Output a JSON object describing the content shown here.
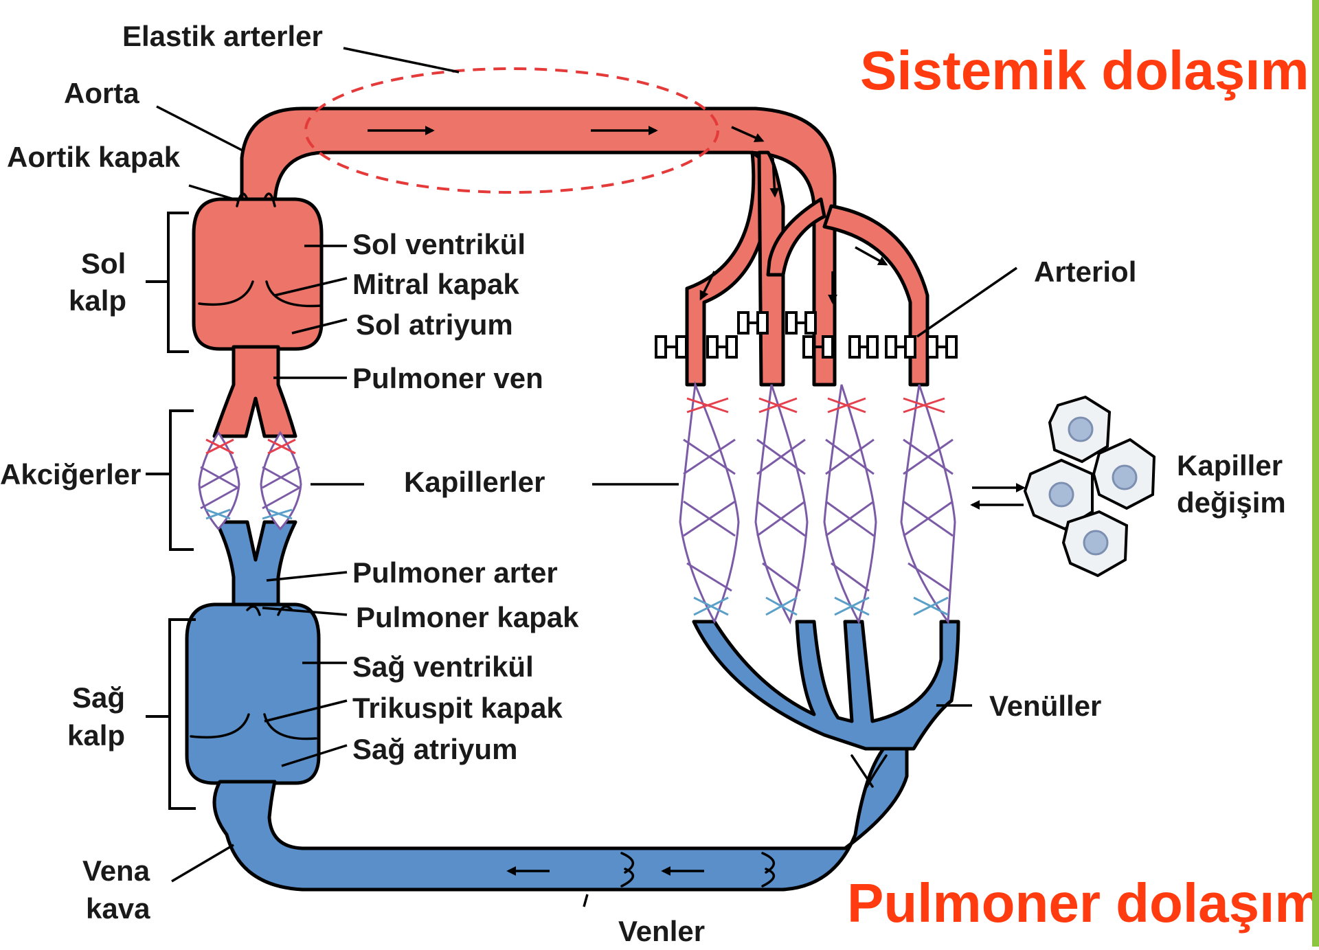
{
  "titles": {
    "systemic": "Sistemik dolaşım",
    "pulmonary": "Pulmoner dolaşım"
  },
  "labels": {
    "elastic_arteries": "Elastik arterler",
    "aorta": "Aorta",
    "aortic_valve": "Aortik kapak",
    "left_heart_1": "Sol",
    "left_heart_2": "kalp",
    "left_ventricle": "Sol ventrikül",
    "mitral_valve": "Mitral kapak",
    "left_atrium": "Sol atriyum",
    "pulmonary_vein": "Pulmoner ven",
    "lungs": "Akciğerler",
    "capillaries": "Kapillerler",
    "pulmonary_artery": "Pulmoner arter",
    "pulmonary_valve": "Pulmoner kapak",
    "right_heart_1": "Sağ",
    "right_heart_2": "kalp",
    "right_ventricle": "Sağ ventrikül",
    "tricuspid_valve": "Trikuspit kapak",
    "right_atrium": "Sağ atriyum",
    "vena_cava_1": "Vena",
    "vena_cava_2": "kava",
    "veins": "Venler",
    "arteriole": "Arteriol",
    "capillary_exchange_1": "Kapiller",
    "capillary_exchange_2": "değişim",
    "venules": "Venüller"
  },
  "colors": {
    "arterial": "#ec7468",
    "venous": "#5b8fc9",
    "title": "#ff3b0f",
    "accent_edge": "#8cc63f",
    "cell_fill": "#eef2f5",
    "nucleus": "#a8bcd8"
  }
}
